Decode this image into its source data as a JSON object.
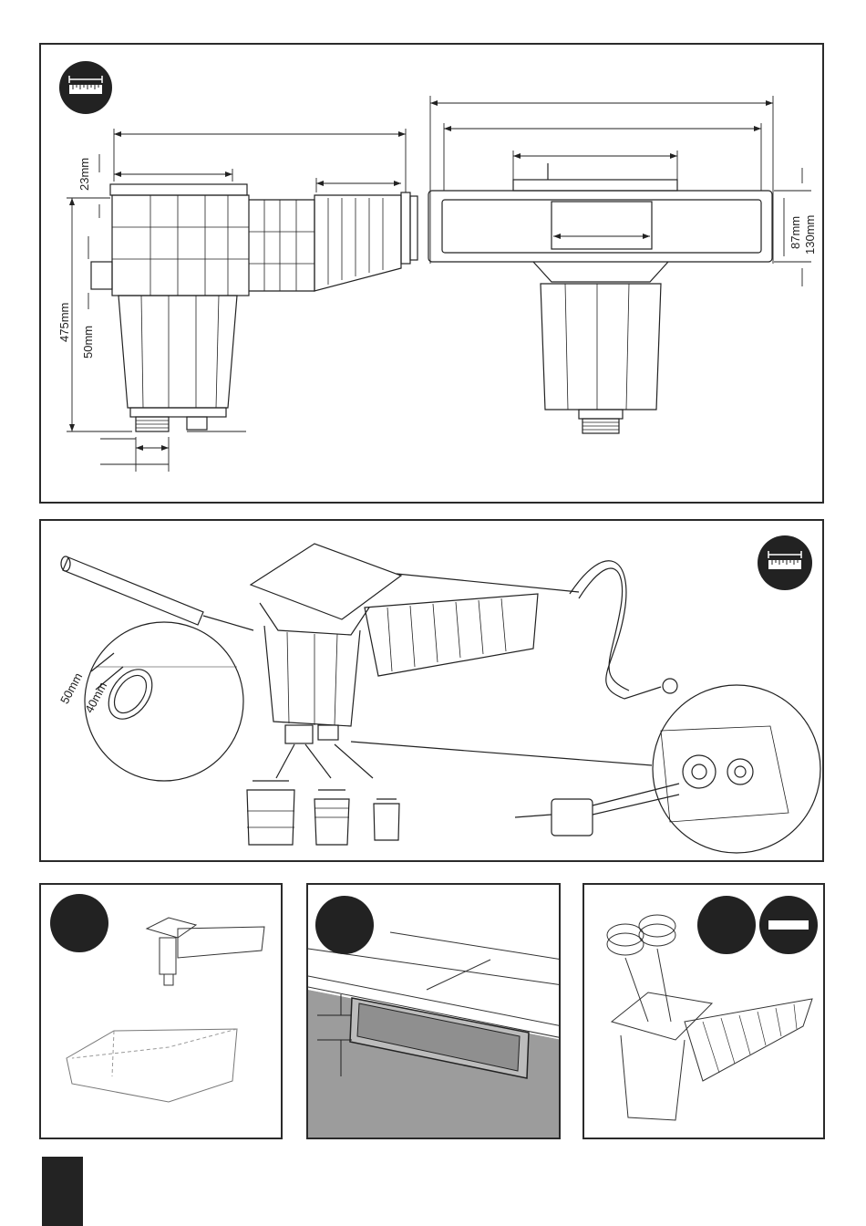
{
  "panel1": {
    "dimensions": {
      "lip_height": "23mm",
      "total_height": "475mm",
      "side_outlet": "50mm",
      "mouth_height": "87mm",
      "flange_height": "130mm"
    },
    "icons": [
      "ruler-icon"
    ]
  },
  "panel2": {
    "pipe_outer_diameter": "50mm",
    "pipe_inner_diameter": "40mm",
    "icons": [
      "ruler-icon"
    ]
  },
  "panel5": {
    "icons": [
      "minus-icon"
    ]
  },
  "colors": {
    "border": "#2a2a2a",
    "badge": "#222222",
    "water": "#9c9c9c"
  }
}
